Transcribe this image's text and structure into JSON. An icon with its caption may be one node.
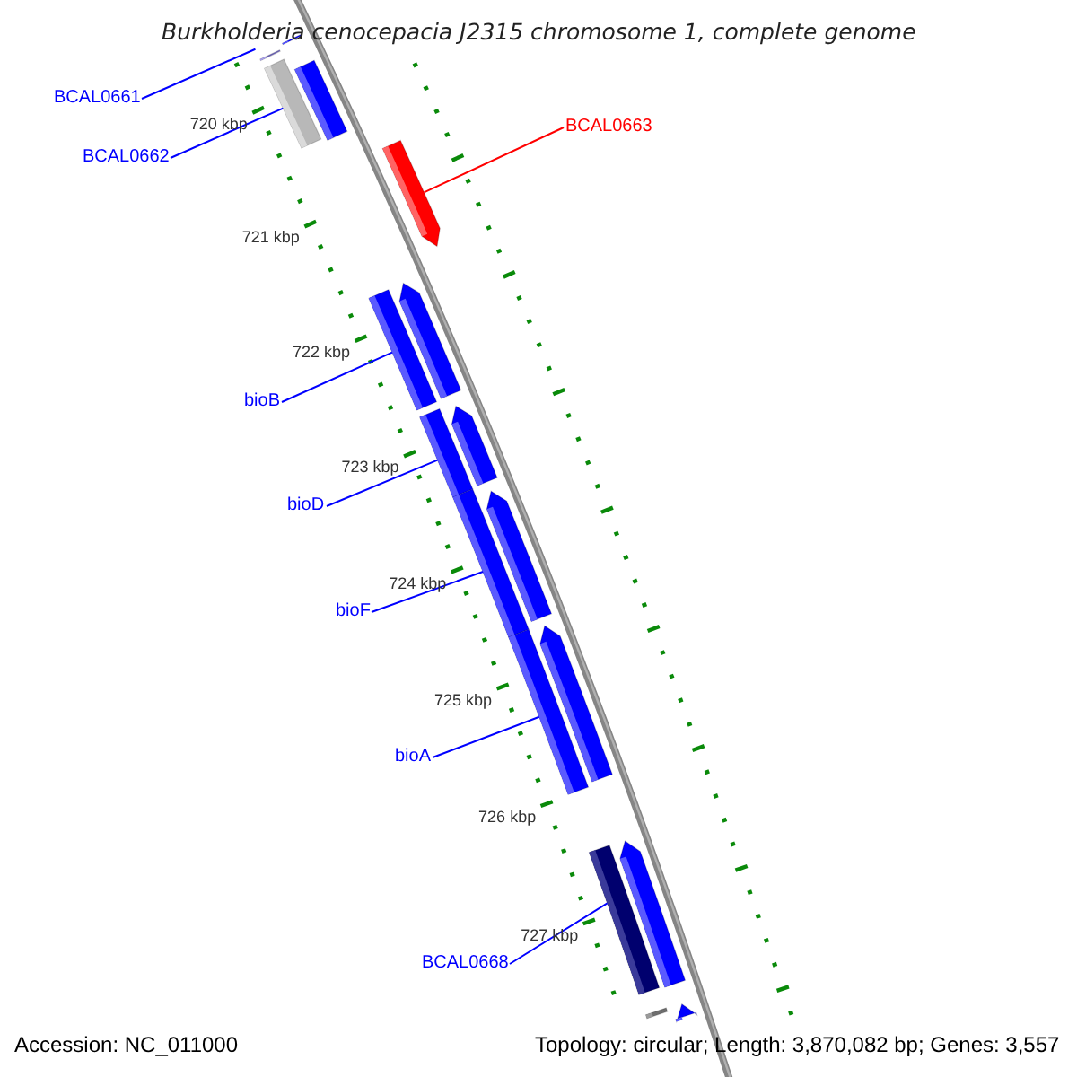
{
  "diagram": {
    "title": "Burkholderia cenocepacia J2315 chromosome 1, complete genome",
    "nodes": [
      {
        "text": [
          "BCAL0661"
        ]
      },
      {
        "text": [
          "BCAL0662"
        ]
      },
      {
        "text": [
          "BCAL0663"
        ]
      },
      {
        "text": [
          "bioB"
        ]
      },
      {
        "text": [
          "bioD"
        ]
      },
      {
        "text": [
          "bioF"
        ]
      },
      {
        "text": [
          "bioA"
        ]
      },
      {
        "text": [
          "BCAL0668"
        ]
      },
      {
        "text": [],
        "shape": "bar"
      },
      {
        "text": [],
        "shape": "bar"
      },
      {
        "text": [],
        "shape": "bar"
      },
      {
        "text": [],
        "shape": "bar"
      },
      {
        "text": [],
        "shape": "bar"
      },
      {
        "text": [],
        "shape": "bar"
      },
      {
        "text": [],
        "shape": "bar"
      },
      {
        "text": [],
        "shape": "bar"
      },
      {
        "text": [],
        "shape": "bar"
      },
      {
        "text": [],
        "shape": "bar"
      },
      {
        "text": [],
        "shape": "bar"
      },
      {
        "text": [],
        "shape": "bar"
      },
      {
        "text": [],
        "shape": "bar"
      },
      {
        "text": [],
        "shape": "bar"
      },
      {
        "text": [],
        "shape": "bar"
      },
      {
        "text": [],
        "shape": "bar"
      },
      {
        "text": [],
        "shape": "bar"
      }
    ],
    "edges": [
      {
        "from": 0,
        "to": 8,
        "arrow": "none"
      },
      {
        "from": 1,
        "to": 10,
        "arrow": "none"
      },
      {
        "from": 2,
        "to": 12,
        "arrow": "none",
        "color": "#ff0000"
      },
      {
        "from": 3,
        "to": 13,
        "arrow": "none"
      },
      {
        "from": 4,
        "to": 15,
        "arrow": "none"
      },
      {
        "from": 5,
        "to": 17,
        "arrow": "none"
      },
      {
        "from": 6,
        "to": 19,
        "arrow": "none"
      },
      {
        "from": 7,
        "to": 21,
        "arrow": "none"
      }
    ],
    "labels": [
      "720 kbp",
      "721 kbp",
      "722 kbp",
      "723 kbp",
      "724 kbp",
      "725 kbp",
      "726 kbp",
      "727 kbp",
      "Accession: NC_011000",
      "Topology: circular; Length: 3,870,082 bp; Genes: 3,557"
    ]
  }
}
